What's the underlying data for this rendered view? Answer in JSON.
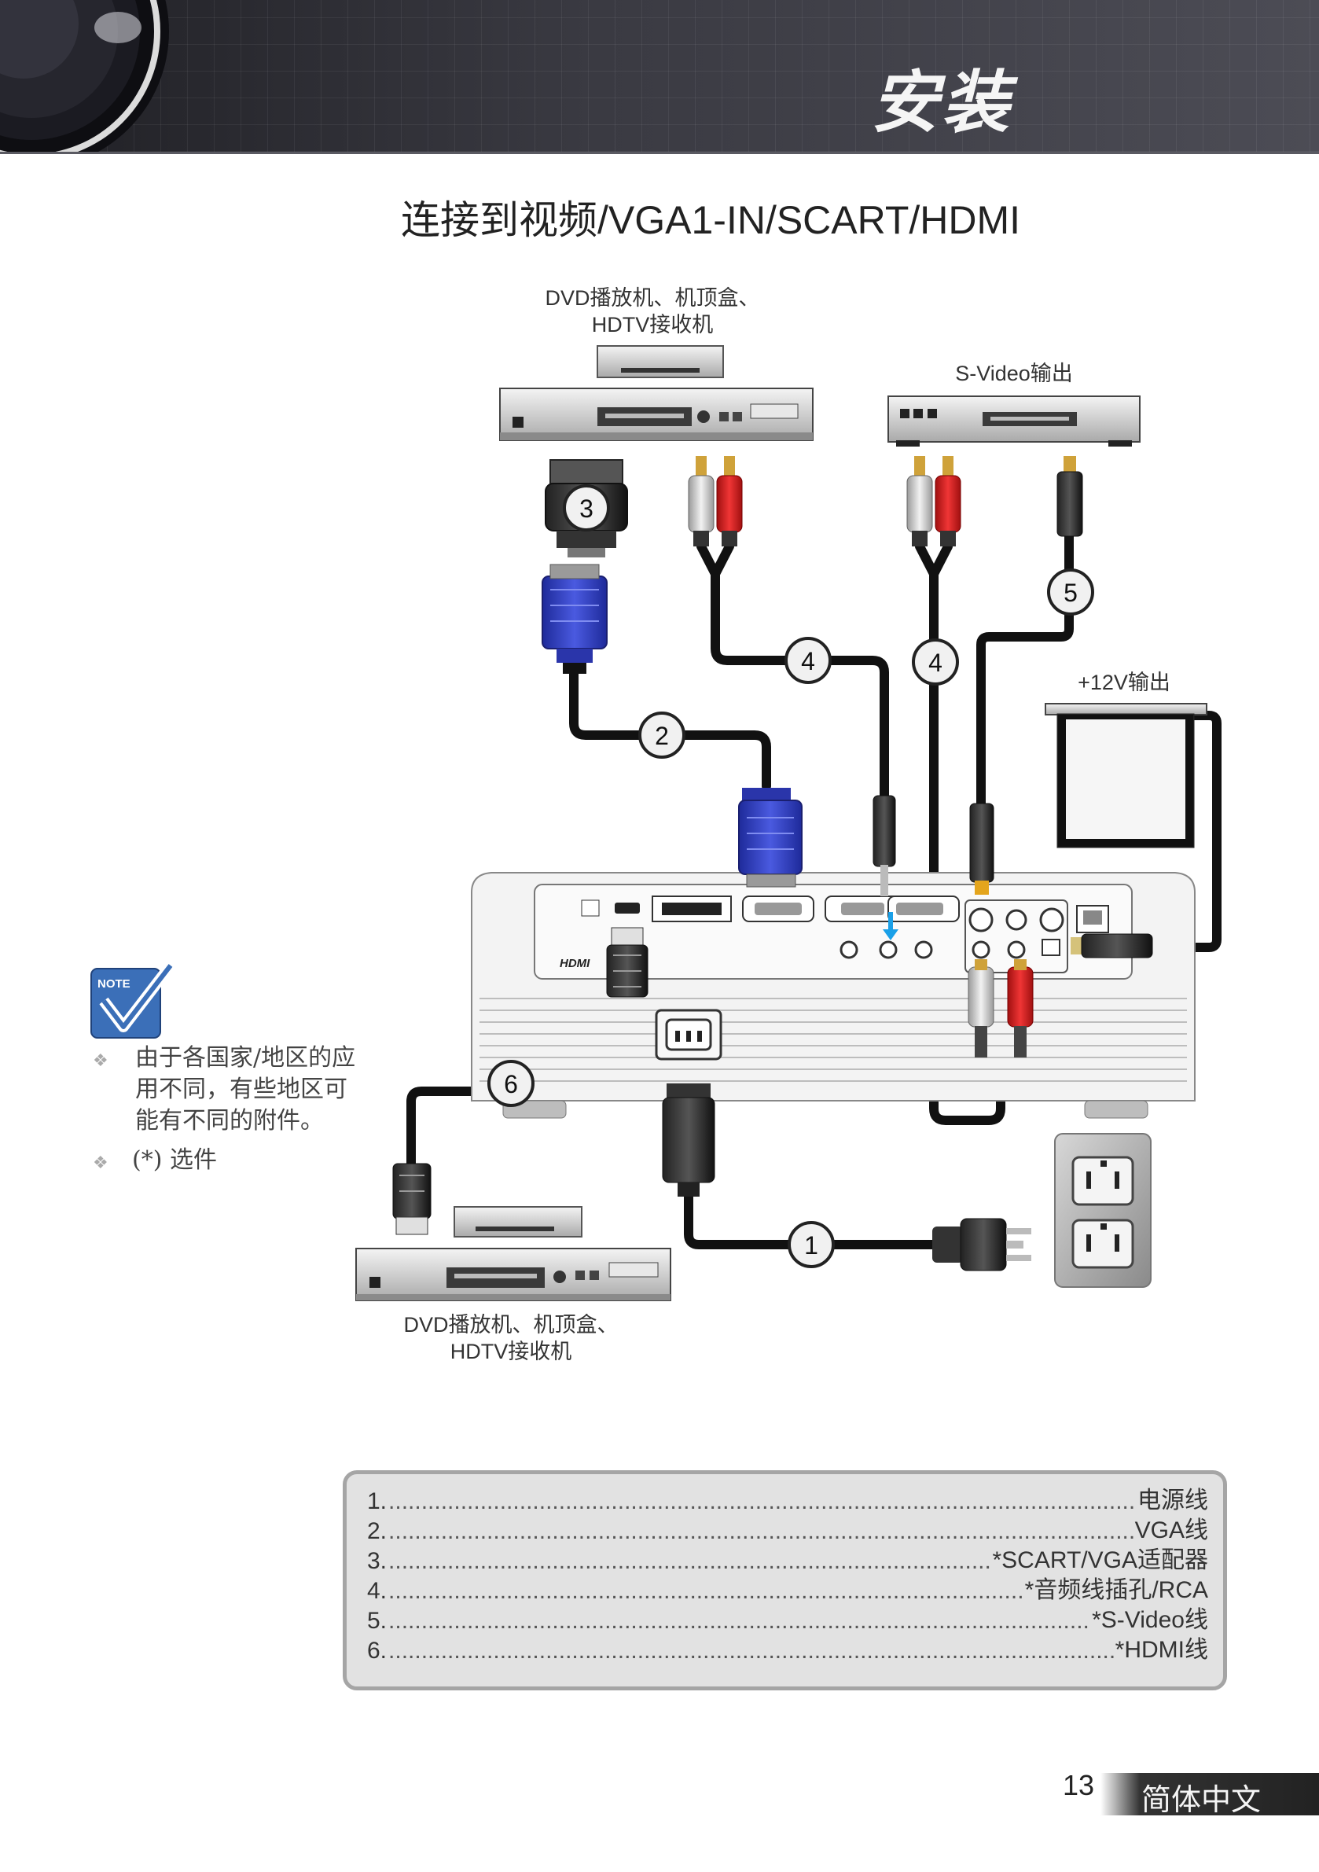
{
  "header": {
    "title": "安装"
  },
  "heading": "连接到视频/VGA1-IN/SCART/HDMI",
  "devices": {
    "dvd_top_line1": "DVD播放机、机顶盒、",
    "dvd_top_line2": "HDTV接收机",
    "svideo_out": "S-Video输出",
    "screen_12v": "+12V输出",
    "dvd_bottom_line1": "DVD播放机、机顶盒、",
    "dvd_bottom_line2": "HDTV接收机"
  },
  "callouts": [
    "1",
    "2",
    "3",
    "4",
    "4",
    "5",
    "6"
  ],
  "note": {
    "badge": "NOTE",
    "item1_line1": "由于各国家/地区的应",
    "item1_line2": "用不同，有些地区可",
    "item1_line3": "能有不同的附件。",
    "item2": "(*) 选件"
  },
  "legend": [
    {
      "num": "1.",
      "text": "电源线"
    },
    {
      "num": "2.",
      "text": "VGA线"
    },
    {
      "num": "3.",
      "text": "*SCART/VGA适配器"
    },
    {
      "num": "4.",
      "text": "*音频线插孔/RCA"
    },
    {
      "num": "5.",
      "text": "*S-Video线"
    },
    {
      "num": "6.",
      "text": "*HDMI线"
    }
  ],
  "footer": {
    "page": "13",
    "language": "简体中文"
  },
  "colors": {
    "vga_blue": "#2f3fbf",
    "cable": "#111111",
    "header_dark": "#2b2b30",
    "rca_red": "#d41f1f"
  }
}
